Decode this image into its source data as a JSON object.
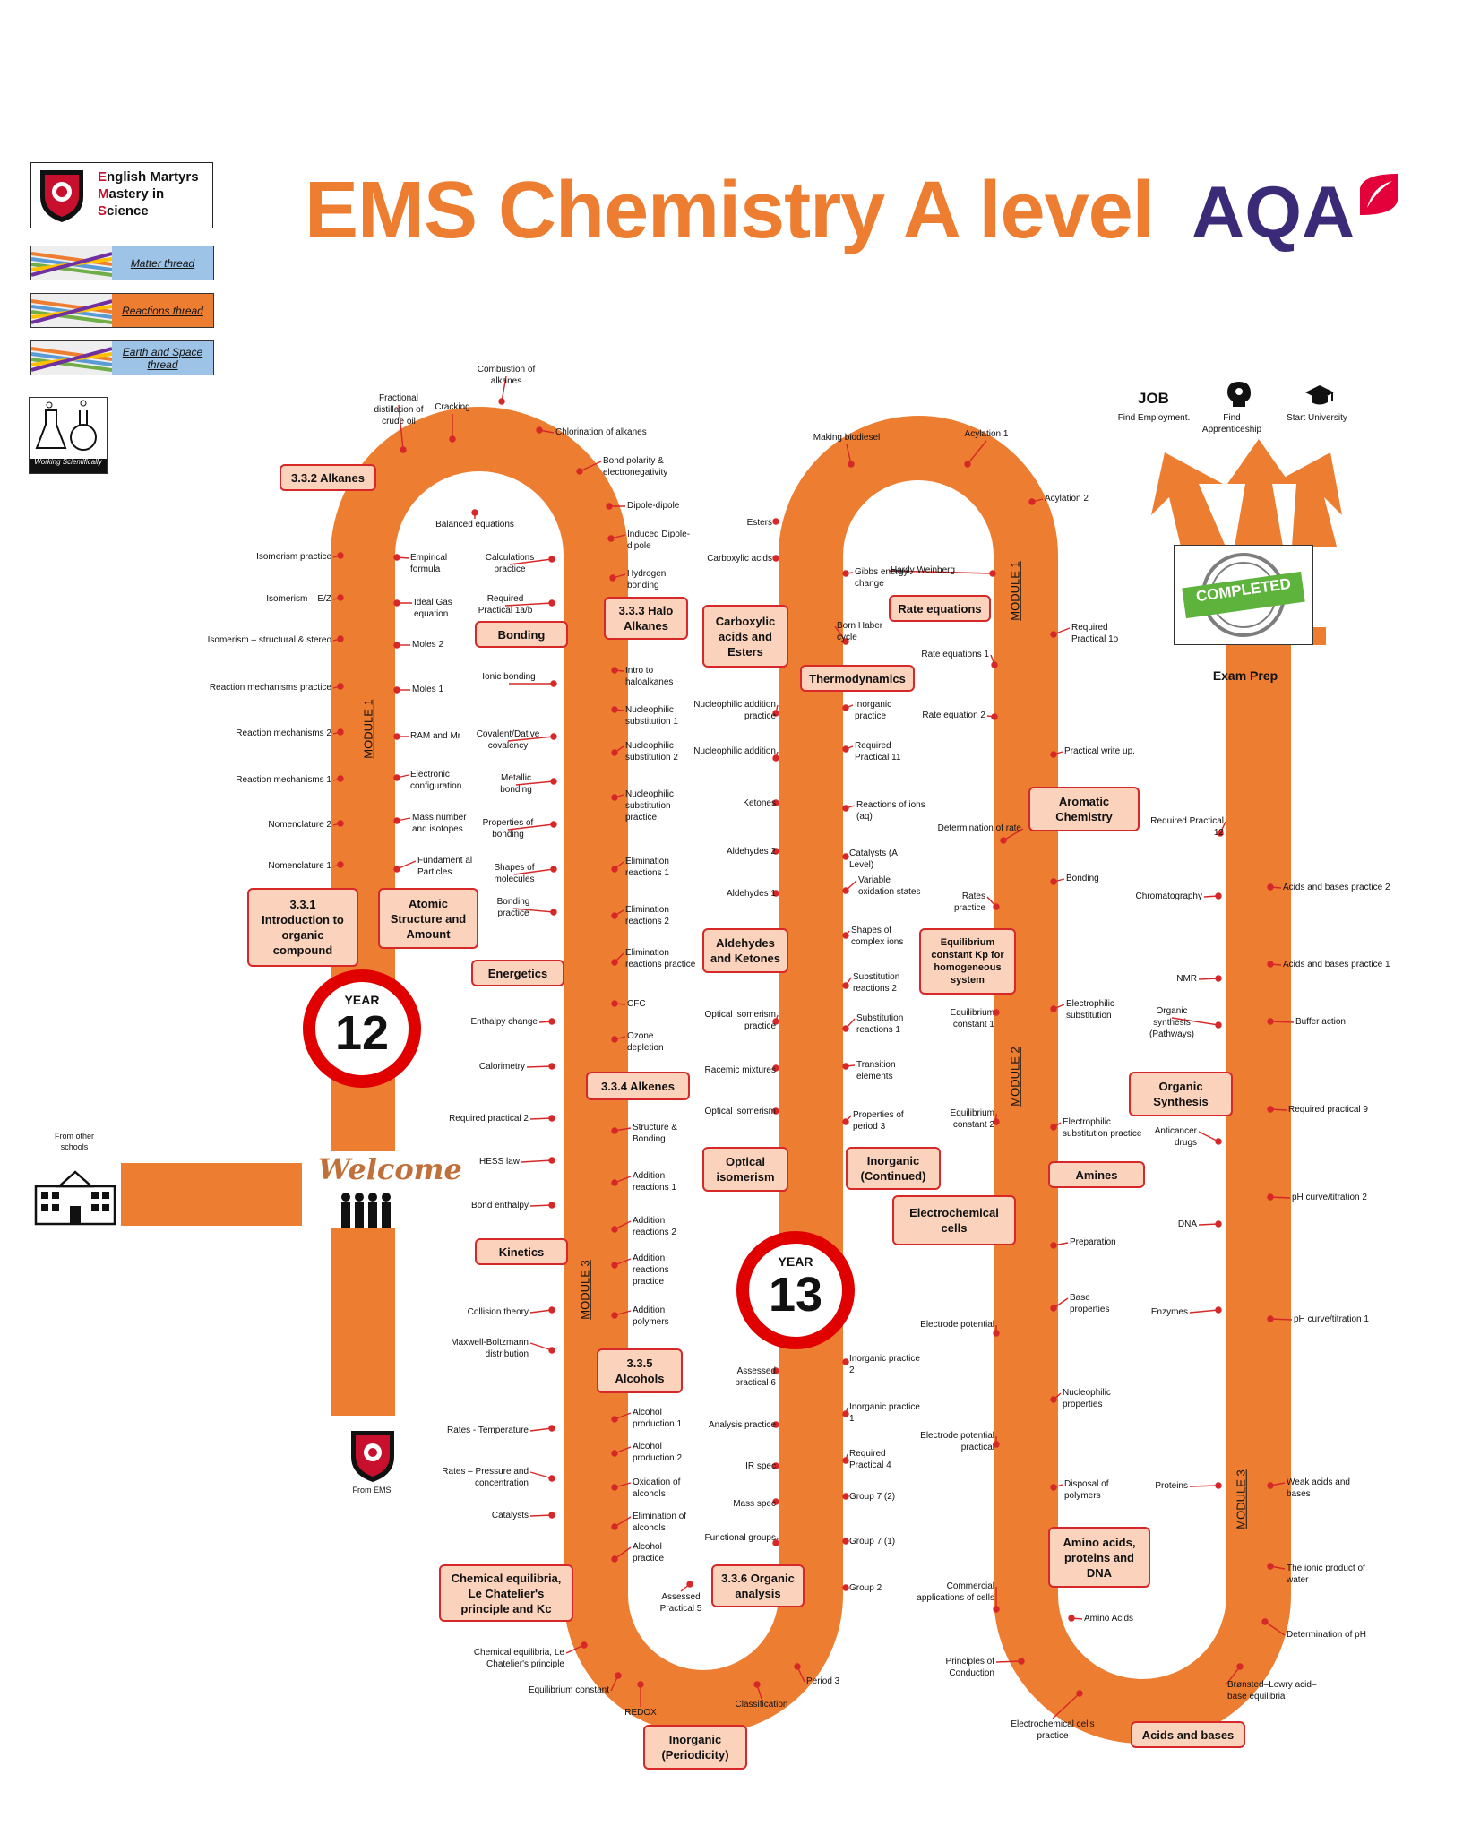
{
  "header": {
    "title": "EMS Chemistry A level",
    "brand": "AQA",
    "logo_lines": [
      [
        "E",
        "nglish Martyrs"
      ],
      [
        "M",
        "astery in"
      ],
      [
        "S",
        "cience"
      ]
    ]
  },
  "threads": [
    {
      "label": "Matter thread",
      "color": "#9dc3e6"
    },
    {
      "label": "Reactions thread",
      "color": "#ed7d31"
    },
    {
      "label": "Earth and Space thread",
      "color": "#9dc3e6"
    }
  ],
  "working_scientifically": "Working Scientifically",
  "colors": {
    "track": "#ed7d31",
    "callout_fill": "#fbd3bc",
    "callout_border": "#d62828",
    "year_ring": "#e00000",
    "title": "#ed7d31",
    "aqa": "#3b2a78"
  },
  "start": {
    "from_other_schools": "From other schools",
    "welcome": "Welcome",
    "from_ems": "From EMS"
  },
  "years": [
    {
      "label": "YEAR",
      "number": "12"
    },
    {
      "label": "YEAR",
      "number": "13"
    }
  ],
  "modules": [
    "MODULE 1",
    "MODULE 3",
    "MODULE 1",
    "MODULE 2",
    "MODULE 3"
  ],
  "exam_prep": "Exam Prep",
  "completed": "COMPLETED",
  "destinations": [
    "Find Employment.",
    "Find Apprenticeship",
    "Start University"
  ],
  "callouts": [
    "3.3.2 Alkanes",
    "3.3.1 Introduction to organic compound",
    "Atomic Structure and Amount",
    "Bonding",
    "Energetics",
    "Kinetics",
    "Chemical equilibria, Le Chatelier's principle and Kc",
    "3.3.3 Halo Alkanes",
    "3.3.4 Alkenes",
    "3.3.5 Alcohols",
    "Inorganic (Periodicity)",
    "Carboxylic acids and Esters",
    "Aldehydes and Ketones",
    "Optical isomerism",
    "3.3.6 Organic analysis",
    "Thermodynamics",
    "Rate equations",
    "Inorganic (Continued)",
    "Electrochemical cells",
    "Equilibrium constant Kp for homogeneous system",
    "Aromatic Chemistry",
    "Amines",
    "Amino acids, proteins and DNA",
    "Acids and bases",
    "Organic Synthesis"
  ],
  "labels": {
    "left_outer": [
      "Isomerism practice",
      "Isomerism – E/Z",
      "Isomerism – structural & stereo",
      "Reaction mechanisms practice",
      "Reaction mechanisms 2",
      "Reaction mechanisms 1",
      "Nomenclature 2",
      "Nomenclature 1"
    ],
    "top1": [
      "Fractional distillation of crude oil",
      "Cracking",
      "Combustion of alkanes",
      "Chlorination of alkanes",
      "Bond polarity & electronegativity",
      "Dipole-dipole",
      "Induced Dipole-dipole",
      "Hydrogen bonding",
      "Balanced equations"
    ],
    "inner1": [
      "Empirical formula",
      "Ideal Gas equation",
      "Moles 2",
      "Moles 1",
      "RAM and Mr",
      "Electronic configuration",
      "Mass number and isotopes",
      "Fundament al Particles"
    ],
    "col2": [
      "Calculations practice",
      "Required Practical 1a/b",
      "Ionic bonding",
      "Covalent/Dative covalency",
      "Metallic bonding",
      "Properties of bonding",
      "Shapes of molecules",
      "Bonding practice",
      "Enthalpy change",
      "Calorimetry",
      "Required practical 2",
      "HESS law",
      "Bond enthalpy",
      "Collision theory",
      "Maxwell-Boltzmann distribution",
      "Rates - Temperature",
      "Rates – Pressure and concentration",
      "Catalysts",
      "Chemical equilibria, Le Chatelier's principle",
      "Equilibrium constant"
    ],
    "col3": [
      "Intro to haloalkanes",
      "Nucleophilic substitution 1",
      "Nucleophilic substitution 2",
      "Nucleophilic substitution practice",
      "Elimination reactions 1",
      "Elimination reactions 2",
      "Elimination reactions practice",
      "CFC",
      "Ozone depletion",
      "Structure & Bonding",
      "Addition reactions 1",
      "Addition reactions 2",
      "Addition reactions practice",
      "Addition polymers",
      "Alcohol production 1",
      "Alcohol production 2",
      "Oxidation of alcohols",
      "Elimination of alcohols",
      "Alcohol practice",
      "REDOX",
      "Assessed Practical 5",
      "Classification"
    ],
    "col4": [
      "Esters",
      "Carboxylic acids",
      "Nucleophilic addition practice",
      "Nucleophilic addition",
      "Ketones",
      "Aldehydes 2",
      "Aldehydes 1",
      "Optical isomerism practice",
      "Racemic mixtures",
      "Optical isomerism",
      "Assessed practical 6",
      "Analysis practice",
      "IR spec",
      "Mass spec",
      "Functional groups",
      "Making biodiesel",
      "Acylation 1",
      "Acylation 2"
    ],
    "col5": [
      "Gibbs energy change",
      "Born Haber cycle",
      "Inorganic practice",
      "Required Practical 11",
      "Reactions of ions (aq)",
      "Catalysts (A Level)",
      "Variable oxidation states",
      "Shapes of complex ions",
      "Substitution reactions 2",
      "Substitution reactions 1",
      "Transition elements",
      "Properties of period 3",
      "Inorganic practice 2",
      "Inorganic practice 1",
      "Required Practical 4",
      "Group 7 (2)",
      "Group 7 (1)",
      "Group 2",
      "Period 3"
    ],
    "col6": [
      "Hardy Weinberg",
      "Rate equations 1",
      "Rate equation 2",
      "Determination of rate",
      "Rates practice",
      "Equilibrium constant 1",
      "Equilibrium constant 2",
      "Electrode potential",
      "Electrode potential practical",
      "Commercial applications of cells",
      "Principles of Conduction",
      "Electrochemical cells practice"
    ],
    "col7": [
      "Required Practical 1o",
      "Practical write up.",
      "Bonding",
      "Electrophilic substitution",
      "Electrophilic substitution practice",
      "Preparation",
      "Base properties",
      "Nucleophilic properties",
      "Disposal of polymers",
      "Amino Acids"
    ],
    "col8": [
      "Required Practical 12",
      "Chromatography",
      "NMR",
      "Organic synthesis (Pathways)",
      "Anticancer drugs",
      "DNA",
      "Enzymes",
      "Proteins",
      "Brønsted–Lowry acid–base equilibria"
    ],
    "col9": [
      "Acids and bases practice 2",
      "Acids and bases practice 1",
      "Buffer action",
      "Required practical 9",
      "pH curve/titration 2",
      "pH curve/titration 1",
      "Weak acids and bases",
      "The ionic product of water",
      "Determination of pH"
    ]
  }
}
